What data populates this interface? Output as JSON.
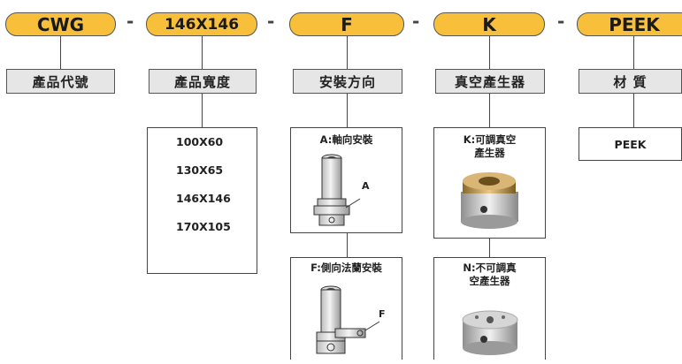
{
  "header": {
    "codes": [
      "CWG",
      "146X146",
      "F",
      "K",
      "PEEK"
    ],
    "separator": "-"
  },
  "labels": [
    "產品代號",
    "產品寬度",
    "安裝方向",
    "真空產生器",
    "材 質"
  ],
  "widths": [
    "100X60",
    "130X65",
    "146X146",
    "170X105"
  ],
  "install": {
    "a_title": "A:軸向安裝",
    "a_callout": "A",
    "f_title": "F:側向法蘭安裝",
    "f_callout": "F"
  },
  "vacuum": {
    "k_title": "K:可調真空產生器",
    "n_title": "N:不可調真空產生器"
  },
  "material": {
    "value": "PEEK"
  },
  "colors": {
    "pill": "#f7bf3a",
    "label_bg": "#e6e6e6"
  }
}
